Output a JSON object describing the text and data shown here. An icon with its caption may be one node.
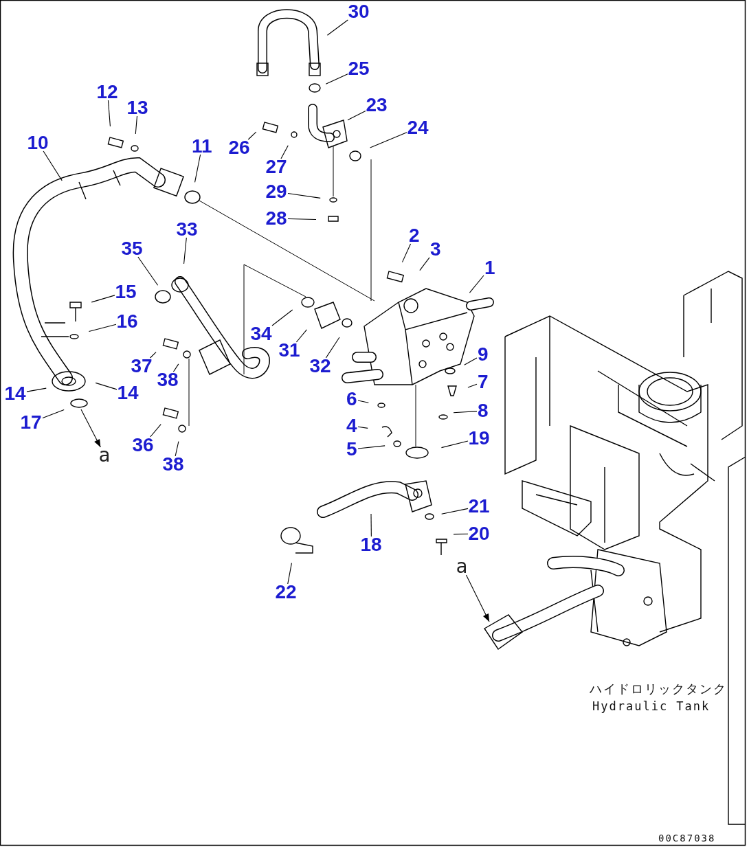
{
  "diagram": {
    "nodes": [
      {
        "text": [
          "30"
        ]
      },
      {
        "text": [
          "25"
        ]
      },
      {
        "text": [
          "12"
        ]
      },
      {
        "text": [
          "23"
        ]
      },
      {
        "text": [
          "13"
        ]
      },
      {
        "text": [
          "24"
        ]
      },
      {
        "text": [
          "10"
        ]
      },
      {
        "text": [
          "11"
        ]
      },
      {
        "text": [
          "26"
        ]
      },
      {
        "text": [
          "27"
        ]
      },
      {
        "text": [
          "29"
        ]
      },
      {
        "text": [
          "28"
        ]
      },
      {
        "text": [
          "33"
        ]
      },
      {
        "text": [
          "2"
        ]
      },
      {
        "text": [
          "3"
        ]
      },
      {
        "text": [
          "35"
        ]
      },
      {
        "text": [
          "1"
        ]
      },
      {
        "text": [
          "15"
        ]
      },
      {
        "text": [
          "16"
        ]
      },
      {
        "text": [
          "34"
        ]
      },
      {
        "text": [
          "31"
        ]
      },
      {
        "text": [
          "9"
        ]
      },
      {
        "text": [
          "37"
        ]
      },
      {
        "text": [
          "32"
        ]
      },
      {
        "text": [
          "38"
        ]
      },
      {
        "text": [
          "7"
        ]
      },
      {
        "text": [
          "14"
        ]
      },
      {
        "text": [
          "14"
        ]
      },
      {
        "text": [
          "6"
        ]
      },
      {
        "text": [
          "8"
        ]
      },
      {
        "text": [
          "17"
        ]
      },
      {
        "text": [
          "4"
        ]
      },
      {
        "text": [
          "19"
        ]
      },
      {
        "text": [
          "36"
        ]
      },
      {
        "text": [
          "5"
        ]
      },
      {
        "text": [
          "38"
        ]
      },
      {
        "text": [
          "21"
        ]
      },
      {
        "text": [
          "20"
        ]
      },
      {
        "text": [
          "18"
        ]
      },
      {
        "text": [
          "22"
        ]
      },
      {
        "text": [
          "a"
        ]
      },
      {
        "text": [
          "a"
        ]
      }
    ],
    "edges": [
      {
        "from": 0,
        "to": null,
        "arrow": "none"
      },
      {
        "from": 1,
        "to": null,
        "arrow": "none"
      },
      {
        "from": 2,
        "to": null,
        "arrow": "none"
      },
      {
        "from": 3,
        "to": null,
        "arrow": "none"
      },
      {
        "from": 4,
        "to": null,
        "arrow": "none"
      },
      {
        "from": 5,
        "to": null,
        "arrow": "none"
      },
      {
        "from": 6,
        "to": null,
        "arrow": "none"
      },
      {
        "from": 7,
        "to": null,
        "arrow": "none"
      },
      {
        "from": 8,
        "to": null,
        "arrow": "none"
      },
      {
        "from": 9,
        "to": null,
        "arrow": "none"
      },
      {
        "from": 10,
        "to": null,
        "arrow": "none"
      },
      {
        "from": 11,
        "to": null,
        "arrow": "none"
      },
      {
        "from": 12,
        "to": null,
        "arrow": "none"
      },
      {
        "from": 13,
        "to": null,
        "arrow": "none"
      },
      {
        "from": 14,
        "to": null,
        "arrow": "none"
      },
      {
        "from": 15,
        "to": null,
        "arrow": "none"
      },
      {
        "from": 16,
        "to": null,
        "arrow": "none"
      },
      {
        "from": 17,
        "to": null,
        "arrow": "none"
      },
      {
        "from": 18,
        "to": null,
        "arrow": "none"
      },
      {
        "from": 19,
        "to": null,
        "arrow": "none"
      },
      {
        "from": 20,
        "to": null,
        "arrow": "none"
      },
      {
        "from": 21,
        "to": null,
        "arrow": "none"
      },
      {
        "from": 22,
        "to": null,
        "arrow": "none"
      },
      {
        "from": 23,
        "to": null,
        "arrow": "none"
      },
      {
        "from": 24,
        "to": null,
        "arrow": "none"
      },
      {
        "from": 25,
        "to": null,
        "arrow": "none"
      },
      {
        "from": 26,
        "to": null,
        "arrow": "none"
      },
      {
        "from": 27,
        "to": null,
        "arrow": "none"
      },
      {
        "from": 28,
        "to": null,
        "arrow": "none"
      },
      {
        "from": 29,
        "to": null,
        "arrow": "none"
      },
      {
        "from": 30,
        "to": null,
        "arrow": "none"
      },
      {
        "from": 31,
        "to": null,
        "arrow": "none"
      },
      {
        "from": 32,
        "to": null,
        "arrow": "none"
      },
      {
        "from": 33,
        "to": null,
        "arrow": "none"
      },
      {
        "from": 34,
        "to": null,
        "arrow": "none"
      },
      {
        "from": 35,
        "to": null,
        "arrow": "none"
      },
      {
        "from": 36,
        "to": null,
        "arrow": "none"
      },
      {
        "from": 37,
        "to": null,
        "arrow": "none"
      },
      {
        "from": 38,
        "to": null,
        "arrow": "none"
      },
      {
        "from": 39,
        "to": null,
        "arrow": "none"
      },
      {
        "from": null,
        "to": 40,
        "arrow": "to"
      },
      {
        "from": 41,
        "to": null,
        "arrow": "to"
      }
    ],
    "labels": [
      "ハイドロリックタンク",
      "Hydraulic Tank",
      "00C87038"
    ]
  }
}
